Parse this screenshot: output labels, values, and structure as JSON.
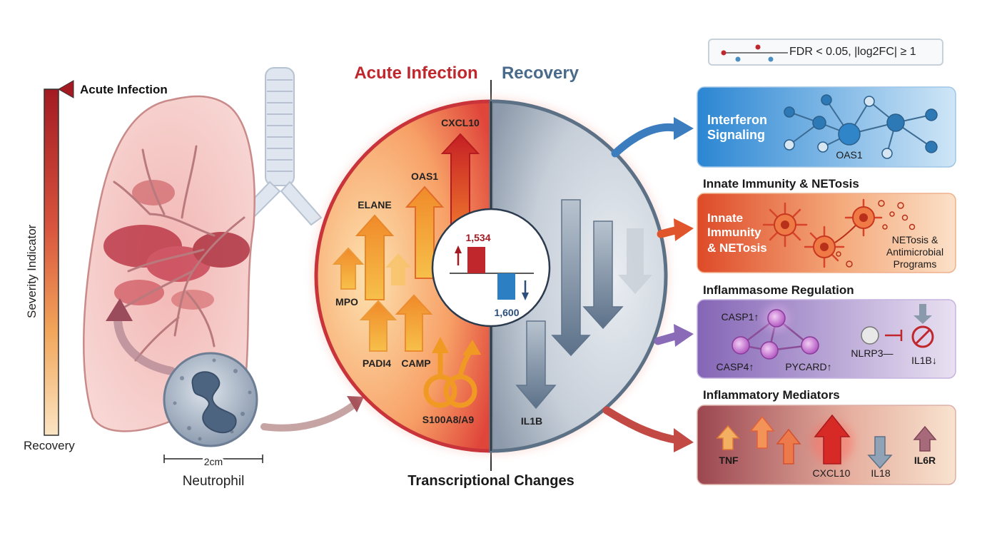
{
  "legend": {
    "text": "FDR < 0.05, |log2FC| ≥ 1"
  },
  "severity_bar": {
    "axis_label": "Severity Indicator",
    "top_label": "Acute Infection",
    "bottom_label": "Recovery"
  },
  "lung": {
    "scale_label": "2cm",
    "cell_label": "Neutrophil"
  },
  "center": {
    "left_title": "Acute Infection",
    "right_title": "Recovery",
    "footer": "Transcriptional Changes",
    "up_count": "1,534",
    "down_count": "1,600",
    "up_genes": [
      "CXCL10",
      "OAS1",
      "ELANE",
      "MPO",
      "PADI4",
      "CAMP",
      "S100A8/A9"
    ],
    "down_genes": [
      "IL1B"
    ]
  },
  "panels": {
    "interferon": {
      "title": "Interferon\nSignaling",
      "title_line1": "Interferon",
      "title_line2": "Signaling",
      "node_label": "OAS1"
    },
    "innate": {
      "heading": "Innate Immunity & NETosis",
      "title_line1": "Innate",
      "title_line2": "Immunity",
      "title_line3": "& NETosis",
      "sub_line1": "NETosis &",
      "sub_line2": "Antimicrobial",
      "sub_line3": "Programs"
    },
    "inflammasome": {
      "heading": "Inflammasome Regulation",
      "casp1": "CASP1↑",
      "casp4": "CASP4↑",
      "pycard": "PYCARD↑",
      "nlrp3": "NLRP3—",
      "il1b": "IL1B↓"
    },
    "mediators": {
      "heading": "Inflammatory Mediators",
      "labels": [
        "TNF",
        "CXCL10",
        "IL18",
        "IL6R"
      ]
    }
  },
  "colors": {
    "acute_red": "#c0272d",
    "recovery_blue": "#4a6a8c",
    "interferon_blue": "#2d8fd6",
    "innate_orange": "#e0552c",
    "inflammasome_purple": "#8a6bb8",
    "mediator_maroon": "#9c4a52"
  }
}
